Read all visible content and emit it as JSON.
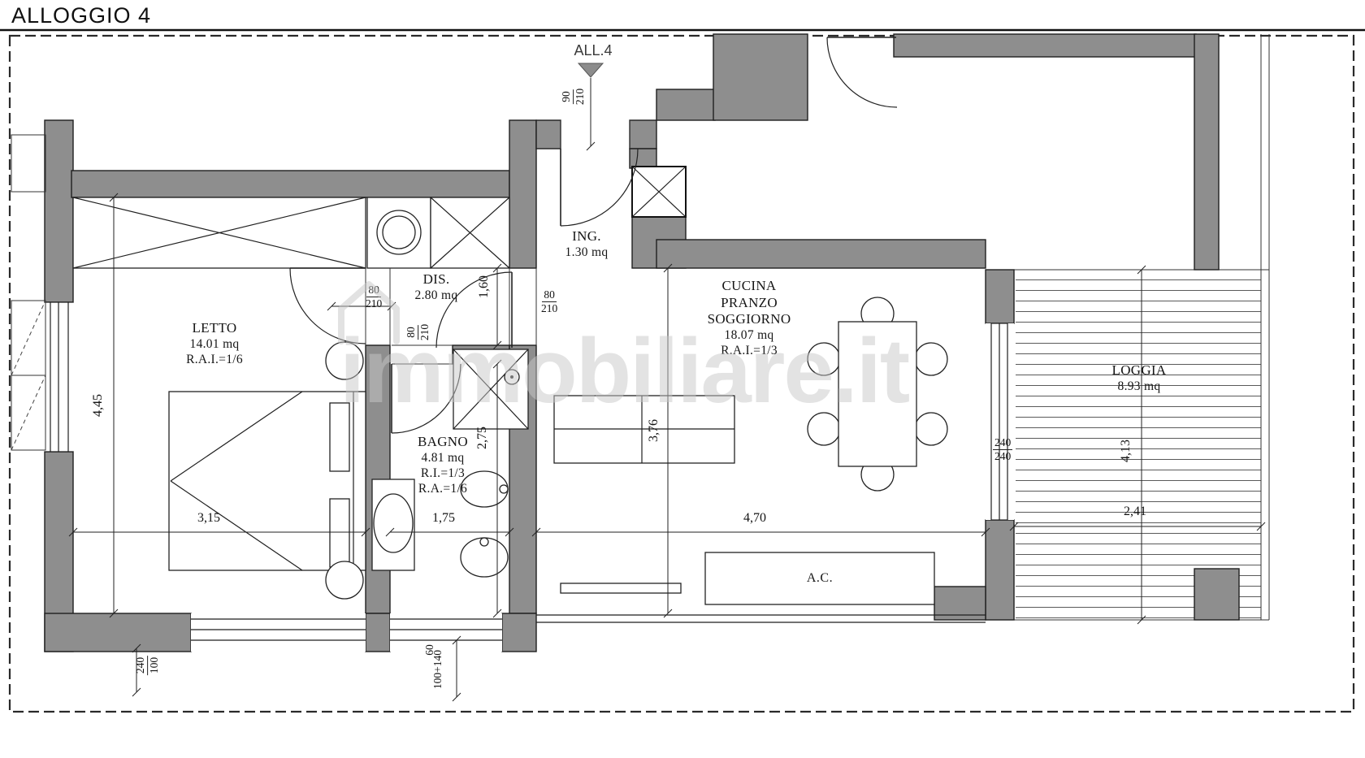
{
  "title": "ALLOGGIO 4",
  "marker": {
    "label": "ALL.4"
  },
  "watermark": {
    "text": "immobiliare.it"
  },
  "rooms": {
    "letto": {
      "name": "LETTO",
      "area": "14.01 mq",
      "note": "R.A.I.=1/6"
    },
    "dis": {
      "name": "DIS.",
      "area": "2.80 mq"
    },
    "bagno": {
      "name": "BAGNO",
      "area": "4.81 mq",
      "note1": "R.I.=1/3",
      "note2": "R.A.=1/6"
    },
    "ing": {
      "name": "ING.",
      "area": "1.30 mq"
    },
    "cucina": {
      "line1": "CUCINA",
      "line2": "PRANZO",
      "line3": "SOGGIORNO",
      "area": "18.07 mq",
      "note": "R.A.I.=1/3"
    },
    "loggia": {
      "name": "LOGGIA",
      "area": "8.93 mq"
    }
  },
  "equipment": {
    "ac": "A.C."
  },
  "dimensions": {
    "letto_h": "4,45",
    "letto_w": "3,15",
    "bagno_w": "1,75",
    "bagno_h": "2,75",
    "dis_h": "1,60",
    "cucina_h": "3,76",
    "cucina_w": "4,70",
    "loggia_h": "4,13",
    "loggia_w": "2,41"
  },
  "openings": {
    "door_letto": {
      "w": "80",
      "h": "210"
    },
    "door_bagno": {
      "w": "80",
      "h": "210"
    },
    "door_dis": {
      "w": "80",
      "h": "210"
    },
    "door_entry": {
      "w": "90",
      "h": "210"
    },
    "window_loggia": {
      "w": "240",
      "h": "240"
    },
    "window_letto": {
      "w": "240",
      "h": "100"
    },
    "window_bagno_a": "60",
    "window_bagno_b": "100+140"
  }
}
